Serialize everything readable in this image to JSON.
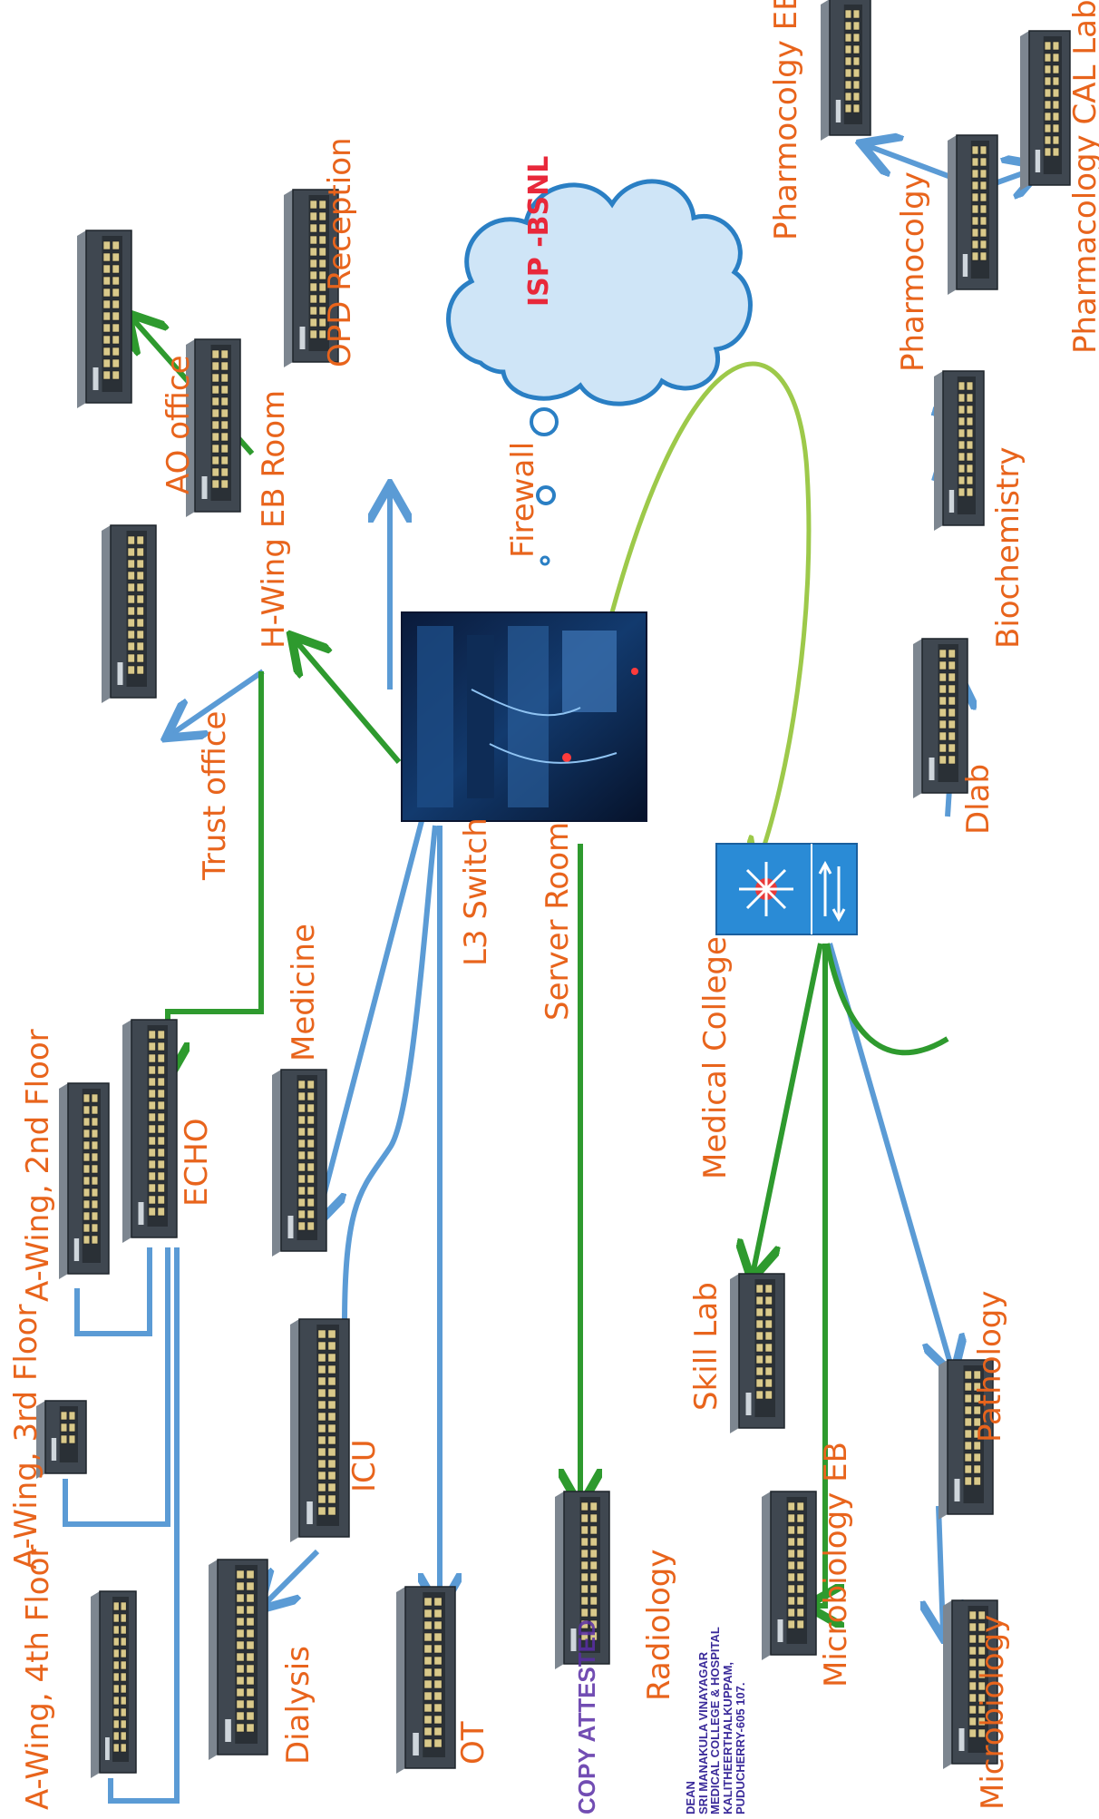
{
  "labels": {
    "ao_office": "AO office",
    "h_wing_eb_room": "H-Wing EB Room",
    "trust_office": "Trust office",
    "opd_reception": "OPD Reception",
    "isp_bsnl": "ISP -BSNL",
    "firewall": "Firewall",
    "l3_switch": "L3 Switch",
    "server_room": "Server Room",
    "medical_college": "Medical College",
    "pharmacology_eb": "Pharmocolgy EB",
    "pharmacology": "Pharmocolgy",
    "pharmacology_cal_lab": "Pharmacology CAL Lab",
    "biochemistry": "Biochemistry",
    "dlab": "Dlab",
    "skill_lab": "Skill Lab",
    "microbiology_eb": "Microbiology EB",
    "pathology": "Pathology",
    "microbiology": "Microbiology",
    "radiology": "Radiology",
    "a_wing_2nd": "A-Wing, 2nd Floor",
    "a_wing_3rd": "A-Wing, 3rd Floor",
    "a_wing_4th": "A-Wing, 4th Floor",
    "echo": "ECHO",
    "medicine": "Medicine",
    "icu": "ICU",
    "dialysis": "Dialysis",
    "ot": "OT"
  },
  "stamp": {
    "copy_attested": "COPY ATTESTED",
    "dean_lines": [
      "DEAN",
      "SRI MANAKULA VINAYAGAR",
      "MEDICAL COLLEGE & HOSPITAL",
      "KALITHEERTHALKUPPAM,",
      "PUDUCHERRY-605 107."
    ]
  },
  "colors": {
    "label": "#e8641c",
    "blue_link": "#5b9bd5",
    "green_link": "#2e9a2e",
    "lightgreen_link": "#9dc94a",
    "cloud_fill": "#cfe5f7",
    "cloud_stroke": "#2a7fc4",
    "switch_body": "#3f4750"
  },
  "icons": {
    "switch": "network-switch-icon",
    "l3": "server-rack-icon",
    "router": "multilayer-switch-icon",
    "cloud": "cloud-icon"
  }
}
